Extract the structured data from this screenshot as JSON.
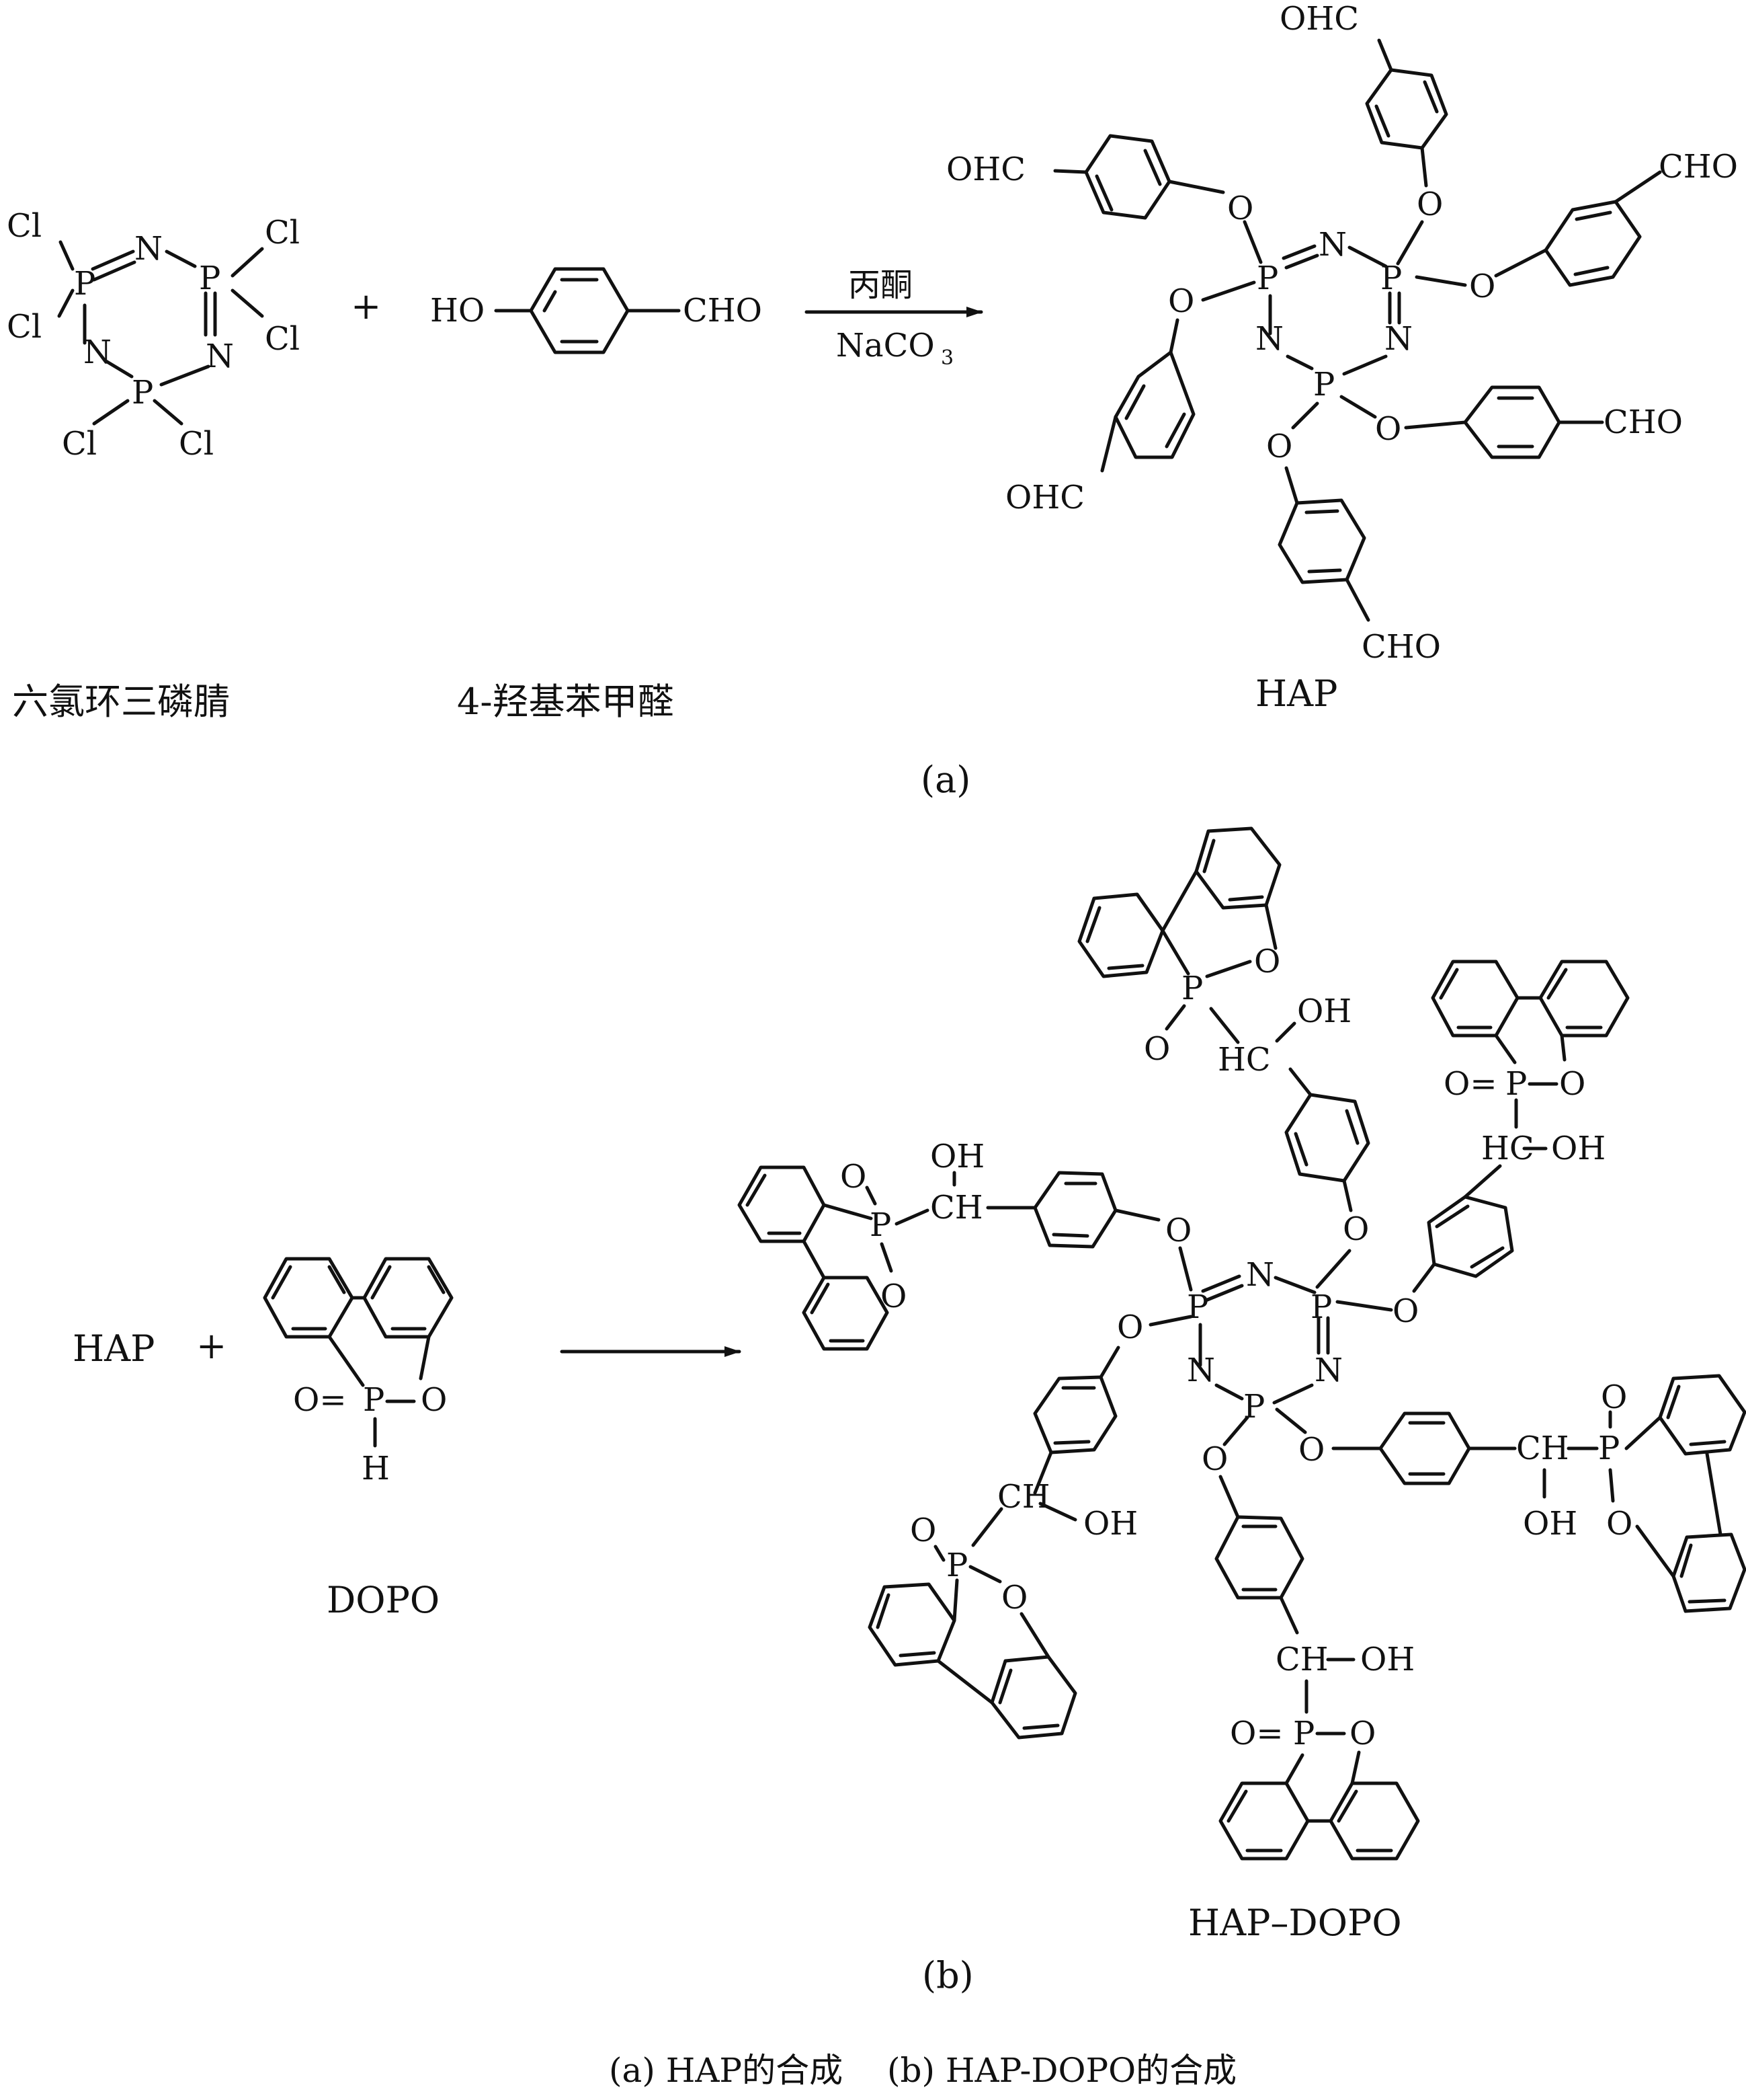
{
  "panel_a": {
    "reactant1": {
      "cl": "Cl",
      "p": "P",
      "n": "N",
      "name": "六氯环三磷腈"
    },
    "plus": "+",
    "reactant2": {
      "ho": "HO",
      "cho": "CHO",
      "name": "4-羟基苯甲醛"
    },
    "conditions": {
      "solvent": "丙酮",
      "base_main": "NaCO",
      "base_sub": "3"
    },
    "product": {
      "cho": "CHO",
      "ohc": "OHC",
      "o": "O",
      "name": "HAP"
    },
    "label": "(a)"
  },
  "panel_b": {
    "reactant1": "HAP",
    "plus": "+",
    "dopo": {
      "o_eq": "O=",
      "p": "P",
      "o": "O",
      "h": "H",
      "name": "DOPO"
    },
    "product": {
      "oh": "OH",
      "ch": "CH",
      "hc": "HC",
      "name": "HAP–DOPO"
    },
    "label": "(b)"
  },
  "caption": "(a) HAP的合成　 (b) HAP-DOPO的合成"
}
